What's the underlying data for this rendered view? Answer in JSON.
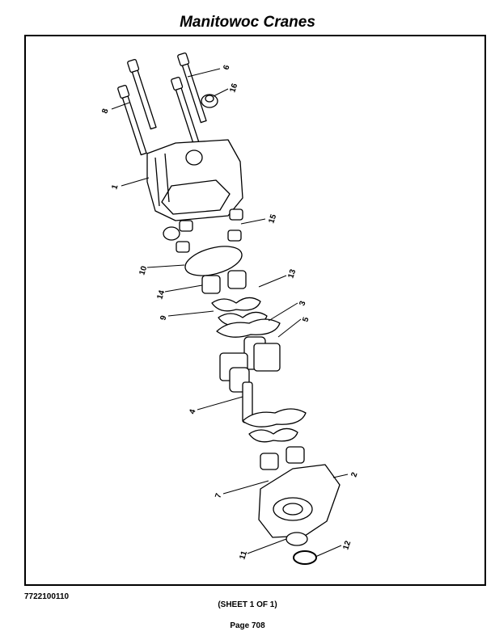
{
  "header": {
    "title": "Manitowoc Cranes"
  },
  "diagram": {
    "callouts": [
      "1",
      "2",
      "3",
      "4",
      "5",
      "6",
      "7",
      "8",
      "9",
      "10",
      "11",
      "12",
      "13",
      "14",
      "15",
      "16"
    ]
  },
  "footer": {
    "part_number": "7722100110",
    "sheet": "(SHEET 1 OF 1)",
    "page": "Page 708"
  }
}
